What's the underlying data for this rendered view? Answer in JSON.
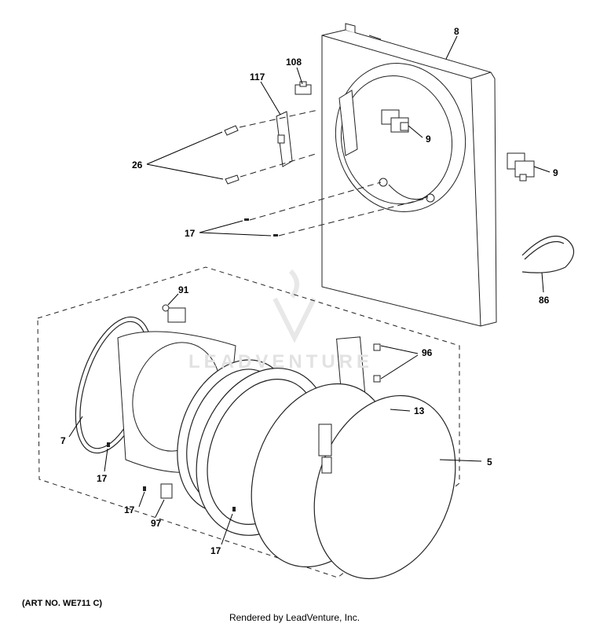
{
  "callouts": {
    "c8": "8",
    "c108": "108",
    "c117": "117",
    "c9a": "9",
    "c9b": "9",
    "c26": "26",
    "c17a": "17",
    "c86": "86",
    "c91": "91",
    "c96": "96",
    "c13": "13",
    "c7": "7",
    "c5": "5",
    "c17b": "17",
    "c17c": "17",
    "c97": "97",
    "c17d": "17"
  },
  "watermark": "LEADVENTURE",
  "footer": {
    "art_no": "(ART NO. WE711 C)",
    "credit": "Rendered by LeadVenture, Inc."
  }
}
